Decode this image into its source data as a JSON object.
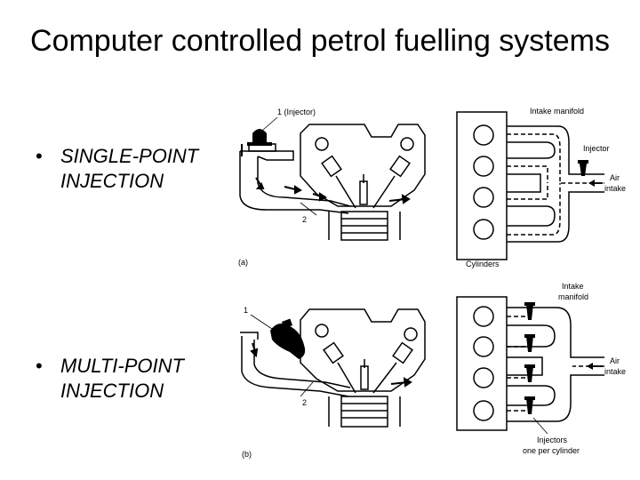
{
  "slide": {
    "title": "Computer controlled petrol fuelling systems",
    "bullets": [
      {
        "text": "SINGLE-POINT INJECTION"
      },
      {
        "text": "MULTI-POINT INJECTION"
      }
    ]
  },
  "diagram_a": {
    "label_injector_num": "1 (Injector)",
    "label_2": "2",
    "label_panel": "(a)",
    "label_intake_manifold": "Intake manifold",
    "label_injector": "Injector",
    "label_air_1": "Air",
    "label_air_2": "intake",
    "label_cylinders": "Cylinders"
  },
  "diagram_b": {
    "label_1": "1",
    "label_2": "2",
    "label_panel": "(b)",
    "label_intake_1": "Intake",
    "label_intake_2": "manifold",
    "label_air_1": "Air",
    "label_air_2": "intake",
    "label_injectors_1": "Injectors",
    "label_injectors_2": "one per cylinder"
  }
}
